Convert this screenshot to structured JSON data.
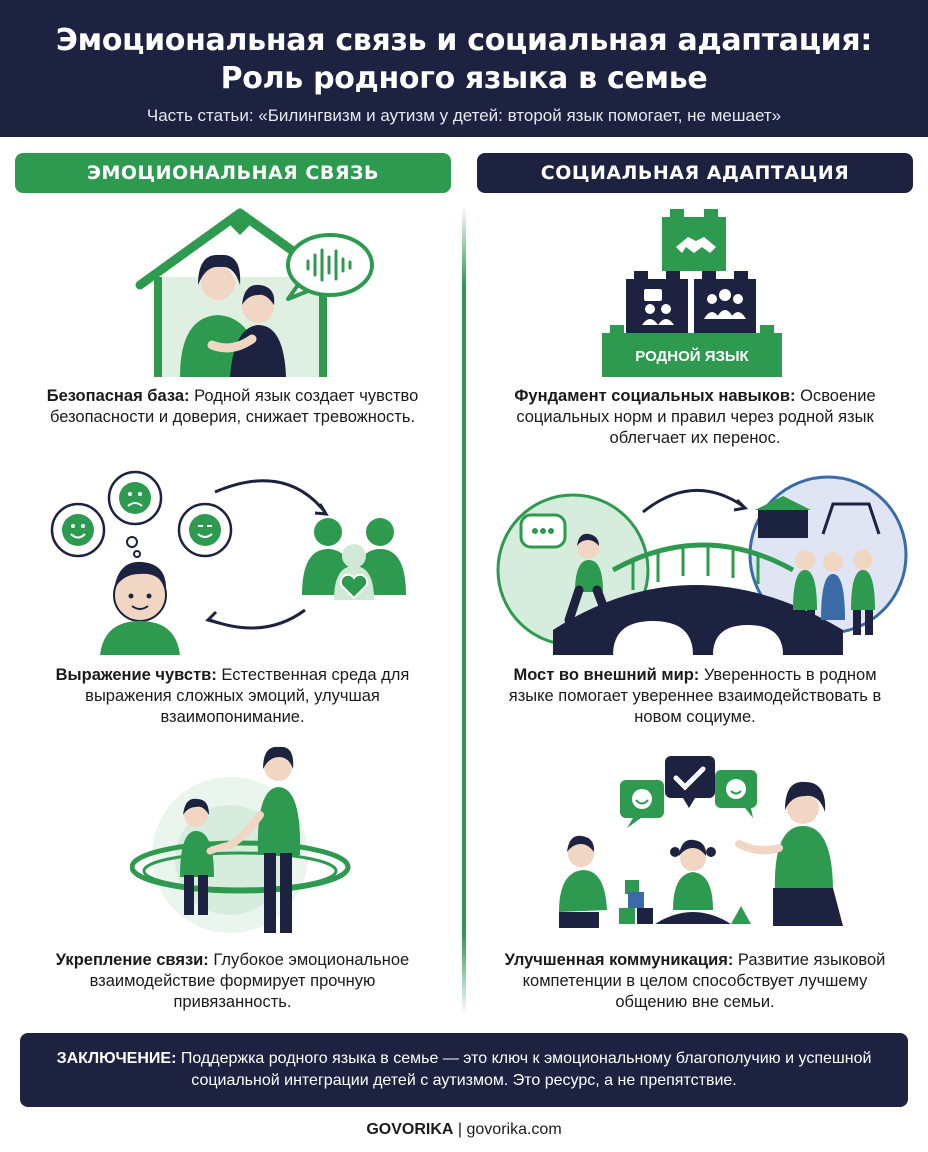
{
  "header": {
    "title_line1": "Эмоциональная связь и социальная адаптация:",
    "title_line2": "Роль родного языка в семье",
    "subtitle": "Часть статьи: «Билингвизм и аутизм у детей: второй язык помогает, не мешает»"
  },
  "left_column": {
    "title": "ЭМОЦИОНАЛЬНАЯ СВЯЗЬ",
    "items": [
      {
        "bold": "Безопасная база:",
        "text": " Родной язык создает чувство безопасности и доверия, снижает тревожность."
      },
      {
        "bold": "Выражение чувств:",
        "text": " Естественная среда для выражения сложных эмоций, улучшая взаимопонимание."
      },
      {
        "bold": "Укрепление связи:",
        "text": " Глубокое эмоциональное взаимодействие формирует прочную привязанность."
      }
    ]
  },
  "right_column": {
    "title": "СОЦИАЛЬНАЯ АДАПТАЦИЯ",
    "block_label": "РОДНОЙ ЯЗЫК",
    "items": [
      {
        "bold": "Фундамент социальных навыков:",
        "text": " Освоение социальных норм и правил через родной язык облегчает их перенос."
      },
      {
        "bold": "Мост во внешний мир:",
        "text": " Уверенность в родном языке помогает увереннее взаимодействовать в новом социуме."
      },
      {
        "bold": "Улучшенная коммуникация:",
        "text": " Развитие языковой компетенции в целом способствует лучшему общению вне семьи."
      }
    ]
  },
  "conclusion": {
    "bold": "ЗАКЛЮЧЕНИЕ:",
    "text": " Поддержка родного языка в семье — это ключ к эмоциональному благополучию и успешной социальной интеграции детей с аутизмом. Это ресурс, а не препятствие."
  },
  "footer": {
    "brand": "GOVORIKA",
    "separator": " | ",
    "site": "govorika.com"
  },
  "colors": {
    "navy": "#1c2240",
    "green": "#2e9a4f",
    "light_green": "#cfe9d6"
  }
}
